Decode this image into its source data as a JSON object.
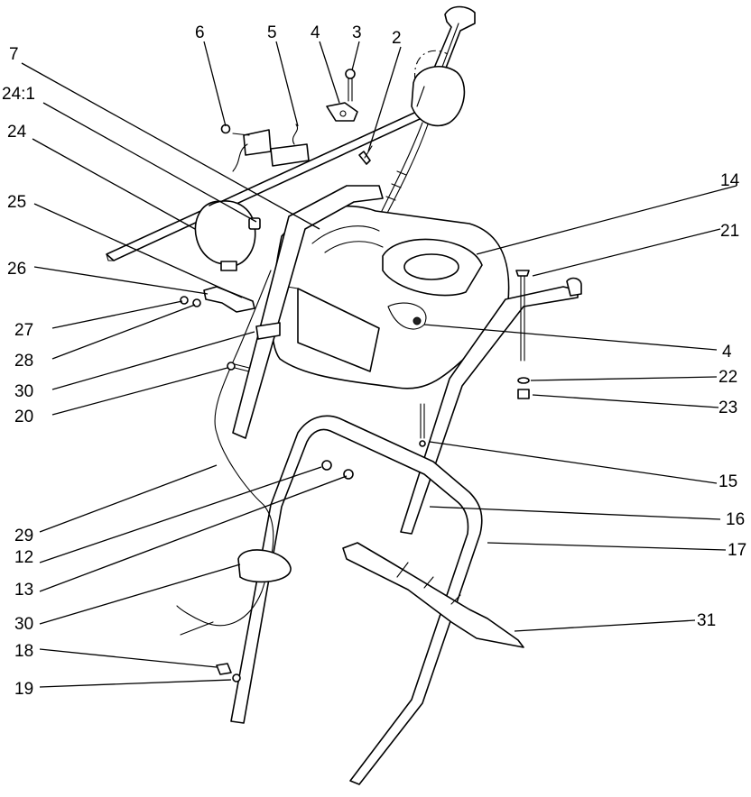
{
  "diagram": {
    "callouts": [
      {
        "id": "c-6",
        "text": "6"
      },
      {
        "id": "c-5",
        "text": "5"
      },
      {
        "id": "c-4a",
        "text": "4"
      },
      {
        "id": "c-3",
        "text": "3"
      },
      {
        "id": "c-2",
        "text": "2"
      },
      {
        "id": "c-7",
        "text": "7"
      },
      {
        "id": "c-24-1",
        "text": "24:1"
      },
      {
        "id": "c-24",
        "text": "24"
      },
      {
        "id": "c-25",
        "text": "25"
      },
      {
        "id": "c-26",
        "text": "26"
      },
      {
        "id": "c-27",
        "text": "27"
      },
      {
        "id": "c-28",
        "text": "28"
      },
      {
        "id": "c-30a",
        "text": "30"
      },
      {
        "id": "c-20",
        "text": "20"
      },
      {
        "id": "c-29",
        "text": "29"
      },
      {
        "id": "c-12",
        "text": "12"
      },
      {
        "id": "c-13",
        "text": "13"
      },
      {
        "id": "c-30b",
        "text": "30"
      },
      {
        "id": "c-18",
        "text": "18"
      },
      {
        "id": "c-19",
        "text": "19"
      },
      {
        "id": "c-14",
        "text": "14"
      },
      {
        "id": "c-21",
        "text": "21"
      },
      {
        "id": "c-4b",
        "text": "4"
      },
      {
        "id": "c-22",
        "text": "22"
      },
      {
        "id": "c-23",
        "text": "23"
      },
      {
        "id": "c-15",
        "text": "15"
      },
      {
        "id": "c-16",
        "text": "16"
      },
      {
        "id": "c-17",
        "text": "17"
      },
      {
        "id": "c-31",
        "text": "31"
      }
    ]
  }
}
